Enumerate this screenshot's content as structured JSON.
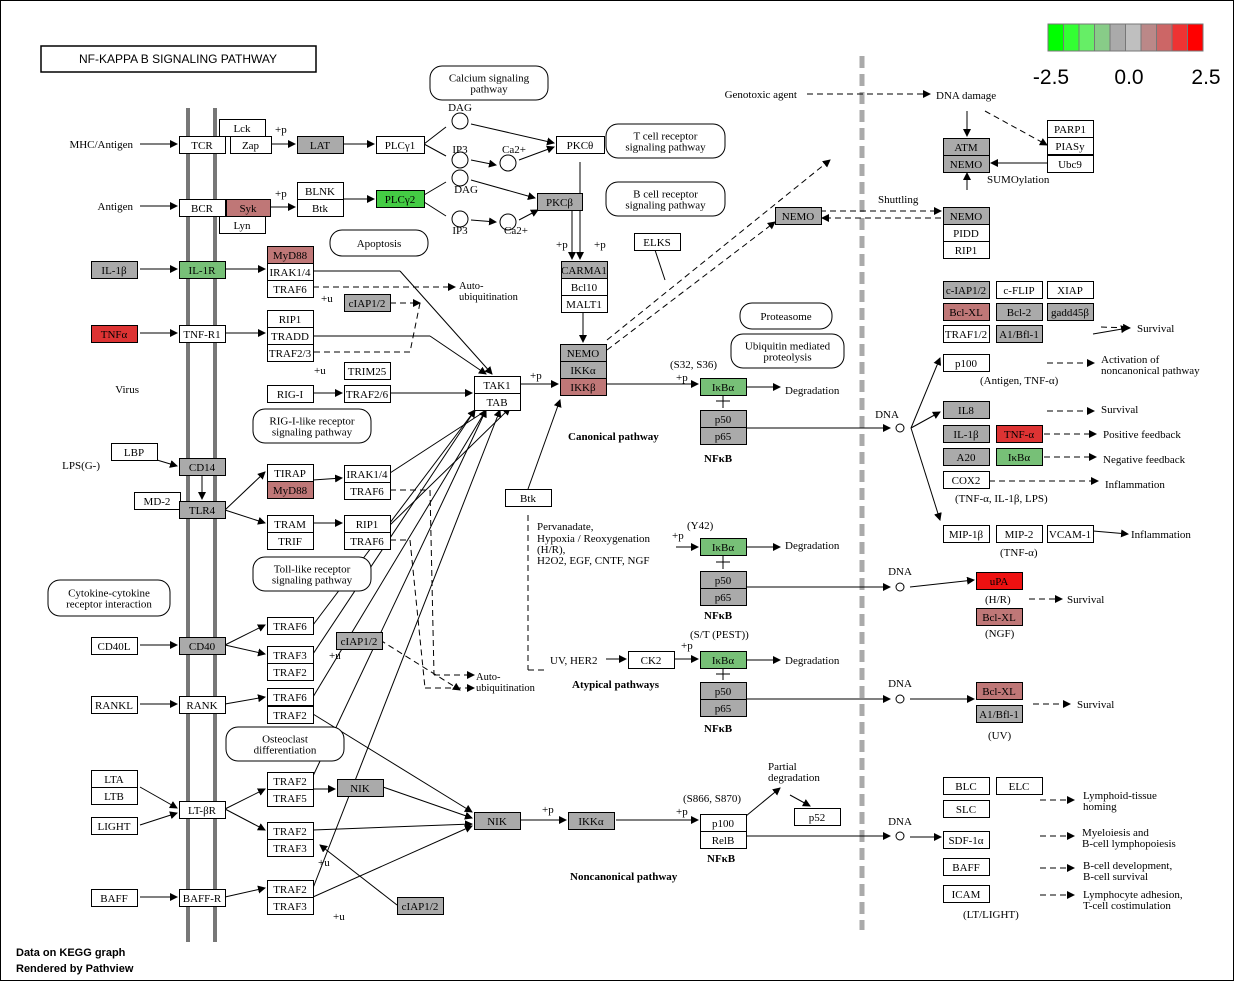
{
  "title": "NF-KAPPA B  SIGNALING  PATHWAY",
  "footer": {
    "line1": "Data on KEGG graph",
    "line2": "Rendered by Pathview"
  },
  "legend": {
    "colors": [
      "#00ff00",
      "#33ff33",
      "#66ee66",
      "#88cc88",
      "#aaaaaa",
      "#bfbfbf",
      "#bb8888",
      "#cc6666",
      "#ee3333",
      "#ff0000"
    ],
    "labels": [
      "-2.5",
      "0.0",
      "2.5"
    ]
  },
  "node_colors": {
    "white": "#ffffff",
    "gray": "#aaaaaa",
    "green": "#77c077",
    "bright_green": "#44cc44",
    "light_red": "#bf7777",
    "red": "#dd3333",
    "bright_red": "#ee1111"
  },
  "nodes": [
    {
      "id": "tcr",
      "label": "TCR",
      "color": "white"
    },
    {
      "id": "lck",
      "label": "Lck",
      "color": "white"
    },
    {
      "id": "zap",
      "label": "Zap",
      "color": "white"
    },
    {
      "id": "lat",
      "label": "LAT",
      "color": "gray"
    },
    {
      "id": "plcg1",
      "label": "PLCγ1",
      "color": "white"
    },
    {
      "id": "pkctheta",
      "label": "PKCθ",
      "color": "white"
    },
    {
      "id": "bcr",
      "label": "BCR",
      "color": "white"
    },
    {
      "id": "syk",
      "label": "Syk",
      "color": "light_red"
    },
    {
      "id": "lyn",
      "label": "Lyn",
      "color": "white"
    },
    {
      "id": "blnk",
      "label": "BLNK",
      "color": "white"
    },
    {
      "id": "btk1",
      "label": "Btk",
      "color": "white"
    },
    {
      "id": "plcg2",
      "label": "PLCγ2",
      "color": "bright_green"
    },
    {
      "id": "pkcbeta",
      "label": "PKCβ",
      "color": "gray"
    },
    {
      "id": "carma1",
      "label": "CARMA1",
      "color": "gray"
    },
    {
      "id": "bcl10",
      "label": "Bcl10",
      "color": "white"
    },
    {
      "id": "malt1",
      "label": "MALT1",
      "color": "white"
    },
    {
      "id": "elks",
      "label": "ELKS",
      "color": "white"
    },
    {
      "id": "il1b_l",
      "label": "IL-1β",
      "color": "gray"
    },
    {
      "id": "il1r",
      "label": "IL-1R",
      "color": "green"
    },
    {
      "id": "myd88a",
      "label": "MyD88",
      "color": "light_red"
    },
    {
      "id": "irak14a",
      "label": "IRAK1/4",
      "color": "white"
    },
    {
      "id": "traf6a",
      "label": "TRAF6",
      "color": "white"
    },
    {
      "id": "ciap12a",
      "label": "cIAP1/2",
      "color": "gray"
    },
    {
      "id": "tnfa_l",
      "label": "TNFα",
      "color": "red"
    },
    {
      "id": "tnfr1",
      "label": "TNF-R1",
      "color": "white"
    },
    {
      "id": "rip1a",
      "label": "RIP1",
      "color": "white"
    },
    {
      "id": "tradd",
      "label": "TRADD",
      "color": "white"
    },
    {
      "id": "traf23",
      "label": "TRAF2/3",
      "color": "white"
    },
    {
      "id": "rigi",
      "label": "RIG-I",
      "color": "white"
    },
    {
      "id": "trim25",
      "label": "TRIM25",
      "color": "white"
    },
    {
      "id": "traf26",
      "label": "TRAF2/6",
      "color": "white"
    },
    {
      "id": "tak1",
      "label": "TAK1",
      "color": "white"
    },
    {
      "id": "tab",
      "label": "TAB",
      "color": "white"
    },
    {
      "id": "nemo_c",
      "label": "NEMO",
      "color": "gray"
    },
    {
      "id": "ikka_c",
      "label": "IKKα",
      "color": "gray"
    },
    {
      "id": "ikkb_c",
      "label": "IKKβ",
      "color": "light_red"
    },
    {
      "id": "lbp",
      "label": "LBP",
      "color": "white"
    },
    {
      "id": "cd14",
      "label": "CD14",
      "color": "gray"
    },
    {
      "id": "md2",
      "label": "MD-2",
      "color": "white"
    },
    {
      "id": "tlr4",
      "label": "TLR4",
      "color": "gray"
    },
    {
      "id": "tirap",
      "label": "TIRAP",
      "color": "white"
    },
    {
      "id": "myd88b",
      "label": "MyD88",
      "color": "light_red"
    },
    {
      "id": "irak14b",
      "label": "IRAK1/4",
      "color": "white"
    },
    {
      "id": "traf6b",
      "label": "TRAF6",
      "color": "white"
    },
    {
      "id": "tram",
      "label": "TRAM",
      "color": "white"
    },
    {
      "id": "trif",
      "label": "TRIF",
      "color": "white"
    },
    {
      "id": "rip1b",
      "label": "RIP1",
      "color": "white"
    },
    {
      "id": "traf6c",
      "label": "TRAF6",
      "color": "white"
    },
    {
      "id": "btk2",
      "label": "Btk",
      "color": "white"
    },
    {
      "id": "cd40l",
      "label": "CD40L",
      "color": "white"
    },
    {
      "id": "cd40",
      "label": "CD40",
      "color": "gray"
    },
    {
      "id": "traf6d",
      "label": "TRAF6",
      "color": "white"
    },
    {
      "id": "traf3a",
      "label": "TRAF3",
      "color": "white"
    },
    {
      "id": "traf2a",
      "label": "TRAF2",
      "color": "white"
    },
    {
      "id": "ciap12b",
      "label": "cIAP1/2",
      "color": "gray"
    },
    {
      "id": "rankl",
      "label": "RANKL",
      "color": "white"
    },
    {
      "id": "rank",
      "label": "RANK",
      "color": "white"
    },
    {
      "id": "traf6e",
      "label": "TRAF6",
      "color": "white"
    },
    {
      "id": "traf2b",
      "label": "TRAF2",
      "color": "white"
    },
    {
      "id": "lta",
      "label": "LTA",
      "color": "white"
    },
    {
      "id": "ltb",
      "label": "LTB",
      "color": "white"
    },
    {
      "id": "light",
      "label": "LIGHT",
      "color": "white"
    },
    {
      "id": "ltbr",
      "label": "LT-βR",
      "color": "white"
    },
    {
      "id": "traf2c",
      "label": "TRAF2",
      "color": "white"
    },
    {
      "id": "traf5",
      "label": "TRAF5",
      "color": "white"
    },
    {
      "id": "nik1",
      "label": "NIK",
      "color": "gray"
    },
    {
      "id": "traf2d",
      "label": "TRAF2",
      "color": "white"
    },
    {
      "id": "traf3b",
      "label": "TRAF3",
      "color": "white"
    },
    {
      "id": "baff_l",
      "label": "BAFF",
      "color": "white"
    },
    {
      "id": "baffr",
      "label": "BAFF-R",
      "color": "white"
    },
    {
      "id": "traf2e",
      "label": "TRAF2",
      "color": "white"
    },
    {
      "id": "traf3c",
      "label": "TRAF3",
      "color": "white"
    },
    {
      "id": "ciap12c",
      "label": "cIAP1/2",
      "color": "gray"
    },
    {
      "id": "nik2",
      "label": "NIK",
      "color": "gray"
    },
    {
      "id": "ikka2",
      "label": "IKKα",
      "color": "gray"
    },
    {
      "id": "p100",
      "label": "p100",
      "color": "white"
    },
    {
      "id": "relb",
      "label": "RelB",
      "color": "white"
    },
    {
      "id": "p52",
      "label": "p52",
      "color": "white"
    },
    {
      "id": "ikba1",
      "label": "IκBα",
      "color": "green"
    },
    {
      "id": "p50a",
      "label": "p50",
      "color": "gray"
    },
    {
      "id": "p65a",
      "label": "p65",
      "color": "gray"
    },
    {
      "id": "ikba2",
      "label": "IκBα",
      "color": "green"
    },
    {
      "id": "p50b",
      "label": "p50",
      "color": "gray"
    },
    {
      "id": "p65b",
      "label": "p65",
      "color": "gray"
    },
    {
      "id": "ck2",
      "label": "CK2",
      "color": "white"
    },
    {
      "id": "ikba3",
      "label": "IκBα",
      "color": "green"
    },
    {
      "id": "p50c",
      "label": "p50",
      "color": "gray"
    },
    {
      "id": "p65c",
      "label": "p65",
      "color": "gray"
    },
    {
      "id": "nemo_s",
      "label": "NEMO",
      "color": "gray"
    },
    {
      "id": "atm",
      "label": "ATM",
      "color": "gray"
    },
    {
      "id": "nemo_n",
      "label": "NEMO",
      "color": "gray"
    },
    {
      "id": "parp1",
      "label": "PARP1",
      "color": "white"
    },
    {
      "id": "piasy",
      "label": "PIASy",
      "color": "white"
    },
    {
      "id": "ubc9",
      "label": "Ubc9",
      "color": "white"
    },
    {
      "id": "nemo_p",
      "label": "NEMO",
      "color": "gray"
    },
    {
      "id": "pidd",
      "label": "PIDD",
      "color": "white"
    },
    {
      "id": "rip1c",
      "label": "RIP1",
      "color": "white"
    },
    {
      "id": "ciap12t",
      "label": "c-IAP1/2",
      "color": "gray"
    },
    {
      "id": "cflip",
      "label": "c-FLIP",
      "color": "white"
    },
    {
      "id": "xiap",
      "label": "XIAP",
      "color": "white"
    },
    {
      "id": "bclxl1",
      "label": "Bcl-XL",
      "color": "light_red"
    },
    {
      "id": "bcl2",
      "label": "Bcl-2",
      "color": "gray"
    },
    {
      "id": "gadd45b",
      "label": "gadd45β",
      "color": "gray"
    },
    {
      "id": "traf12",
      "label": "TRAF1/2",
      "color": "white"
    },
    {
      "id": "a1bfl1a",
      "label": "A1/Bfl-1",
      "color": "gray"
    },
    {
      "id": "p100t",
      "label": "p100",
      "color": "white"
    },
    {
      "id": "il8",
      "label": "IL8",
      "color": "gray"
    },
    {
      "id": "il1bt",
      "label": "IL-1β",
      "color": "gray"
    },
    {
      "id": "tnfat",
      "label": "TNF-α",
      "color": "red"
    },
    {
      "id": "a20",
      "label": "A20",
      "color": "gray"
    },
    {
      "id": "ikbat",
      "label": "IκBα",
      "color": "green"
    },
    {
      "id": "cox2",
      "label": "COX2",
      "color": "white"
    },
    {
      "id": "mip1b",
      "label": "MIP-1β",
      "color": "white"
    },
    {
      "id": "mip2",
      "label": "MIP-2",
      "color": "white"
    },
    {
      "id": "vcam1",
      "label": "VCAM-1",
      "color": "white"
    },
    {
      "id": "upa",
      "label": "uPA",
      "color": "bright_red"
    },
    {
      "id": "bclxl2",
      "label": "Bcl-XL",
      "color": "light_red"
    },
    {
      "id": "bclxl3",
      "label": "Bcl-XL",
      "color": "light_red"
    },
    {
      "id": "a1bfl1b",
      "label": "A1/Bfl-1",
      "color": "gray"
    },
    {
      "id": "blc",
      "label": "BLC",
      "color": "white"
    },
    {
      "id": "elc",
      "label": "ELC",
      "color": "white"
    },
    {
      "id": "slc",
      "label": "SLC",
      "color": "white"
    },
    {
      "id": "sdf1a",
      "label": "SDF-1α",
      "color": "white"
    },
    {
      "id": "baff_t",
      "label": "BAFF",
      "color": "white"
    },
    {
      "id": "icam",
      "label": "ICAM",
      "color": "white"
    }
  ],
  "pathways": [
    {
      "id": "calcium",
      "lines": [
        "Calcium signaling",
        "pathway"
      ]
    },
    {
      "id": "tcrpath",
      "lines": [
        "T cell receptor",
        "signaling pathway"
      ]
    },
    {
      "id": "bcrpath",
      "lines": [
        "B cell receptor",
        "signaling pathway"
      ]
    },
    {
      "id": "apoptosis",
      "lines": [
        "Apoptosis"
      ]
    },
    {
      "id": "riglike",
      "lines": [
        "RIG-I-like receptor",
        "signaling pathway"
      ]
    },
    {
      "id": "tolllike",
      "lines": [
        "Toll-like receptor",
        "signaling pathway"
      ]
    },
    {
      "id": "cytokine",
      "lines": [
        "Cytokine-cytokine",
        "receptor interaction"
      ]
    },
    {
      "id": "osteoclast",
      "lines": [
        "Osteoclast",
        "differentiation"
      ]
    },
    {
      "id": "proteasome",
      "lines": [
        "Proteasome"
      ]
    },
    {
      "id": "ubiquitin",
      "lines": [
        "Ubiquitin mediated",
        "proteolysis"
      ]
    }
  ],
  "compounds": [
    {
      "id": "dag1",
      "label": "DAG"
    },
    {
      "id": "ip3a",
      "label": "IP3"
    },
    {
      "id": "ca1",
      "label": "Ca2+"
    },
    {
      "id": "dag2",
      "label": "DAG"
    },
    {
      "id": "ip3b",
      "label": "IP3"
    },
    {
      "id": "ca2",
      "label": "Ca2+"
    },
    {
      "id": "dna1",
      "label": "DNA"
    },
    {
      "id": "dna2",
      "label": "DNA"
    },
    {
      "id": "dna3",
      "label": "DNA"
    },
    {
      "id": "dna4",
      "label": "DNA"
    }
  ],
  "labels": [
    {
      "id": "mhc",
      "text": "MHC/Antigen"
    },
    {
      "id": "antigen",
      "text": "Antigen"
    },
    {
      "id": "virus",
      "text": "Virus"
    },
    {
      "id": "lpsg",
      "text": "LPS(G-)"
    },
    {
      "id": "genotoxic",
      "text": "Genotoxic agent"
    },
    {
      "id": "dnadamage",
      "text": "DNA damage"
    },
    {
      "id": "sumoyl",
      "text": "SUMOylation"
    },
    {
      "id": "shuttling",
      "text": "Shuttling"
    },
    {
      "id": "autoubi1",
      "text": "Auto-"
    },
    {
      "id": "autoubi1b",
      "text": "ubiquitination"
    },
    {
      "id": "autoubi2",
      "text": "Auto-"
    },
    {
      "id": "autoubi2b",
      "text": "ubiquitination"
    },
    {
      "id": "canonical",
      "text": "Canonical pathway"
    },
    {
      "id": "atypical",
      "text": "Atypical pathways"
    },
    {
      "id": "noncanonical",
      "text": "Noncanonical pathway"
    },
    {
      "id": "nfkb1",
      "text": "NFκB"
    },
    {
      "id": "nfkb2",
      "text": "NFκB"
    },
    {
      "id": "nfkb3",
      "text": "NFκB"
    },
    {
      "id": "nfkb4",
      "text": "NFκB"
    },
    {
      "id": "s3236",
      "text": "(S32, S36)"
    },
    {
      "id": "y42",
      "text": "(Y42)"
    },
    {
      "id": "stpest",
      "text": "(S/T (PEST))"
    },
    {
      "id": "s866",
      "text": "(S866, S870)"
    },
    {
      "id": "degr1",
      "text": "Degradation"
    },
    {
      "id": "degr2",
      "text": "Degradation"
    },
    {
      "id": "degr3",
      "text": "Degradation"
    },
    {
      "id": "partial1",
      "text": "Partial"
    },
    {
      "id": "partial2",
      "text": "degradation"
    },
    {
      "id": "perv1",
      "text": "Pervanadate,"
    },
    {
      "id": "perv2",
      "text": "Hypoxia / Reoxygenation"
    },
    {
      "id": "perv3",
      "text": "(H/R),"
    },
    {
      "id": "perv4",
      "text": "H2O2, EGF, CNTF, NGF"
    },
    {
      "id": "uvher2",
      "text": "UV, HER2"
    },
    {
      "id": "surv1",
      "text": "Survival"
    },
    {
      "id": "antigentnf",
      "text": "(Antigen, TNF-α)"
    },
    {
      "id": "actnon1",
      "text": "Activation of"
    },
    {
      "id": "actnon2",
      "text": "noncanonical pathway"
    },
    {
      "id": "surv2",
      "text": "Survival"
    },
    {
      "id": "posfb",
      "text": "Positive feedback"
    },
    {
      "id": "negfb",
      "text": "Negative feedback"
    },
    {
      "id": "infl1",
      "text": "Inflammation"
    },
    {
      "id": "tnfil1lps",
      "text": "(TNF-α, IL-1β, LPS)"
    },
    {
      "id": "infl2",
      "text": "Inflammation"
    },
    {
      "id": "tnfa2",
      "text": "(TNF-α)"
    },
    {
      "id": "hr",
      "text": "(H/R)"
    },
    {
      "id": "ngf",
      "text": "(NGF)"
    },
    {
      "id": "surv3",
      "text": "Survival"
    },
    {
      "id": "surv4",
      "text": "Survival"
    },
    {
      "id": "uv",
      "text": "(UV)"
    },
    {
      "id": "lymph1",
      "text": "Lymphoid-tissue"
    },
    {
      "id": "lymph2",
      "text": "homing"
    },
    {
      "id": "myelo1",
      "text": "Myeloiesis and"
    },
    {
      "id": "myelo2",
      "text": "B-cell lymphopoiesis"
    },
    {
      "id": "bcell1",
      "text": "B-cell development,"
    },
    {
      "id": "bcell2",
      "text": "B-cell survival"
    },
    {
      "id": "lymad1",
      "text": "Lymphocyte adhesion,"
    },
    {
      "id": "lymad2",
      "text": "T-cell costimulation"
    },
    {
      "id": "ltlight",
      "text": "(LT/LIGHT)"
    },
    {
      "id": "p1",
      "text": "+p"
    },
    {
      "id": "p2",
      "text": "+p"
    },
    {
      "id": "p3",
      "text": "+p"
    },
    {
      "id": "p4",
      "text": "+p"
    },
    {
      "id": "p5",
      "text": "+p"
    },
    {
      "id": "p6",
      "text": "+p"
    },
    {
      "id": "p7",
      "text": "+p"
    },
    {
      "id": "p8",
      "text": "+p"
    },
    {
      "id": "p9",
      "text": "+p"
    },
    {
      "id": "p10",
      "text": "+p"
    },
    {
      "id": "u1",
      "text": "+u"
    },
    {
      "id": "u2",
      "text": "+u"
    },
    {
      "id": "u3",
      "text": "+u"
    },
    {
      "id": "u4",
      "text": "+u"
    },
    {
      "id": "u5",
      "text": "+u"
    }
  ]
}
